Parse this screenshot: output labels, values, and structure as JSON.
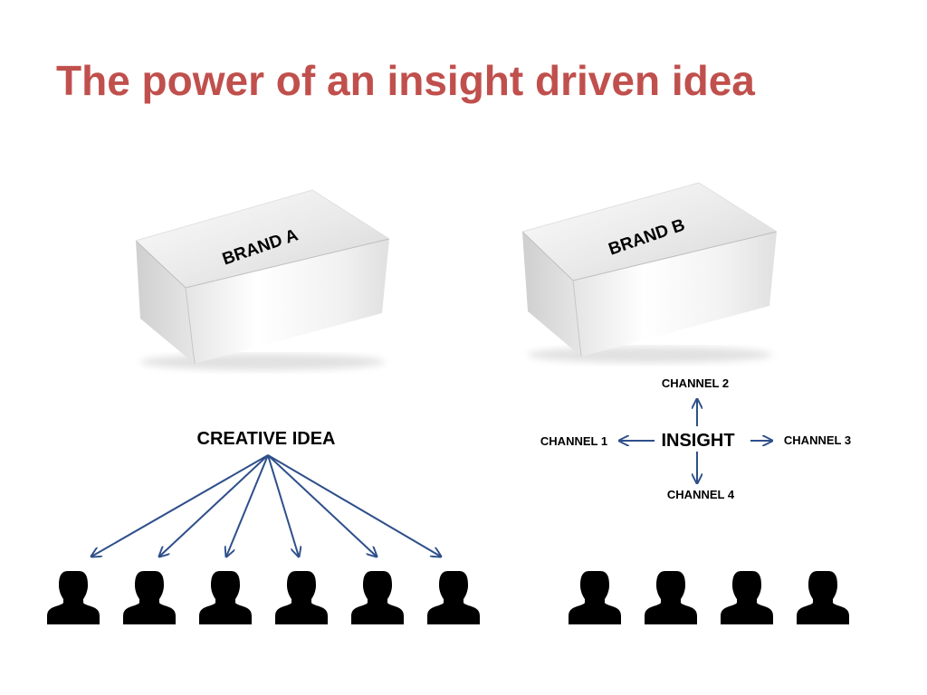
{
  "slide": {
    "title": "The power of an insight driven idea",
    "title_color": "#C0504D"
  },
  "left_panel": {
    "box_label": "BRAND A",
    "idea_label": "CREATIVE IDEA",
    "audience_count": 6
  },
  "right_panel": {
    "box_label": "BRAND B",
    "center_label": "INSIGHT",
    "channels": {
      "top": "CHANNEL 2",
      "left": "CHANNEL 1",
      "right": "CHANNEL 3",
      "bottom": "CHANNEL 4"
    },
    "audience_count": 4
  },
  "colors": {
    "arrow": "#2E4F8A",
    "person": "#000000",
    "box_light": "#F7F7F7",
    "box_shadow": "#C8C8C8"
  },
  "icons": {
    "person": "person-silhouette-icon",
    "box": "white-box-icon"
  }
}
